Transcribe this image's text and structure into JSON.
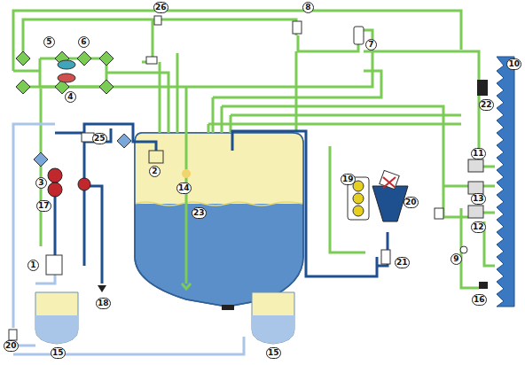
{
  "diagram": {
    "labels": [
      "26",
      "8",
      "5",
      "6",
      "7",
      "10",
      "4",
      "22",
      "25",
      "2",
      "14",
      "11",
      "19",
      "3",
      "23",
      "20",
      "13",
      "17",
      "12",
      "9",
      "1",
      "21",
      "18",
      "16",
      "15",
      "15",
      "20"
    ]
  }
}
